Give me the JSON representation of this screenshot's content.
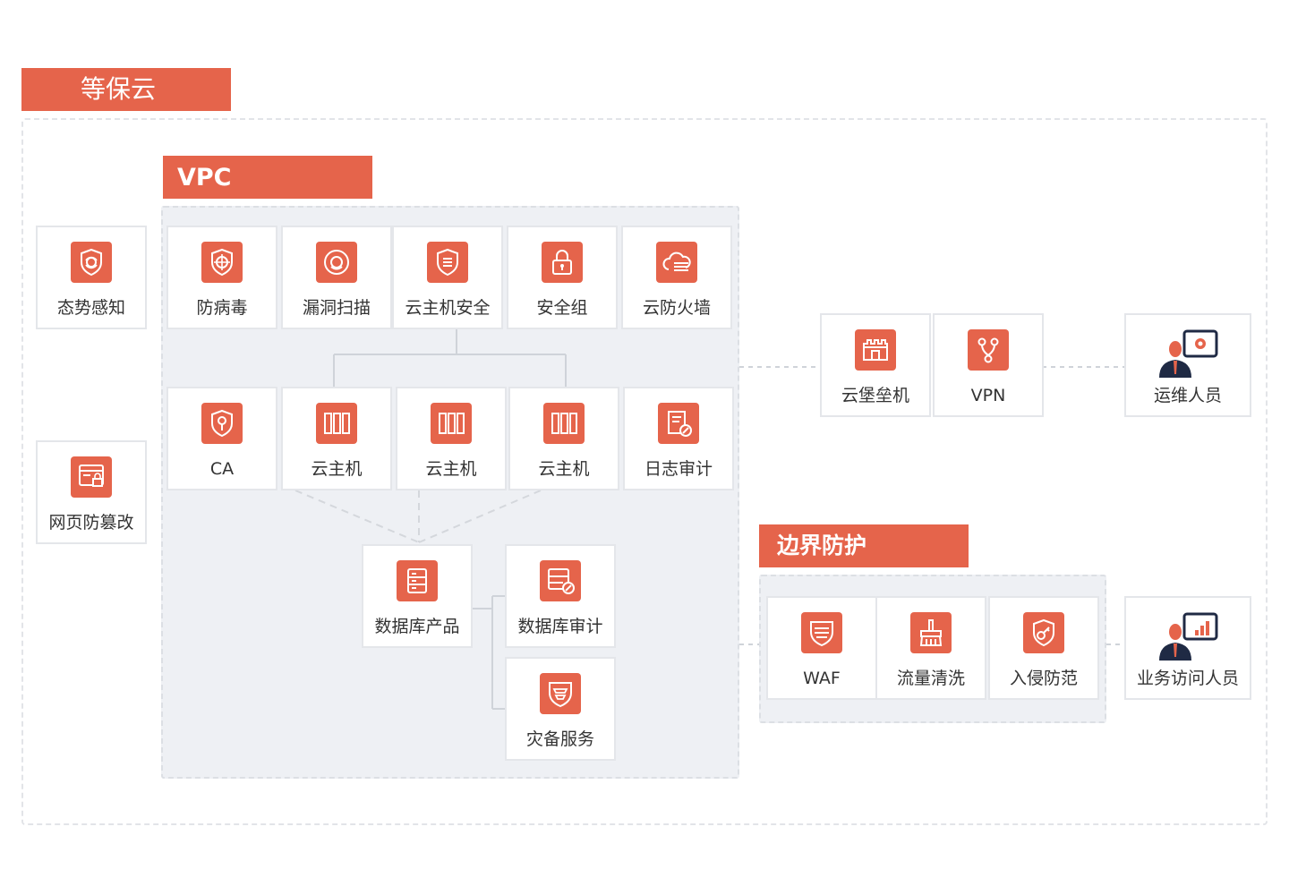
{
  "titles": {
    "main": "等保云",
    "vpc": "VPC",
    "border": "边界防护"
  },
  "nodes": {
    "situational": "态势感知",
    "webTamper": "网页防篡改",
    "antivirus": "防病毒",
    "vulnScan": "漏洞扫描",
    "hostSecurity": "云主机安全",
    "securityGroup": "安全组",
    "cloudFirewall": "云防火墙",
    "ca": "CA",
    "host1": "云主机",
    "host2": "云主机",
    "host3": "云主机",
    "logAudit": "日志审计",
    "dbProduct": "数据库产品",
    "dbAudit": "数据库审计",
    "disasterBackup": "灾备服务",
    "bastion": "云堡垒机",
    "vpn": "VPN",
    "ops": "运维人员",
    "waf": "WAF",
    "trafficClean": "流量清洗",
    "intrusion": "入侵防范",
    "bizUser": "业务访问人员"
  },
  "icons": {
    "situational": "shield-radar-icon",
    "webTamper": "webpage-lock-icon",
    "antivirus": "shield-target-icon",
    "vulnScan": "scan-circle-icon",
    "hostSecurity": "shield-list-icon",
    "securityGroup": "padlock-icon",
    "cloudFirewall": "cloud-wall-icon",
    "ca": "shield-key-icon",
    "host": "server-rack-icon",
    "logAudit": "log-check-icon",
    "dbProduct": "database-icon",
    "dbAudit": "database-audit-icon",
    "disasterBackup": "shield-layers-icon",
    "bastion": "fortress-icon",
    "vpn": "vpn-branch-icon",
    "ops": "ops-person-icon",
    "waf": "waf-shield-icon",
    "trafficClean": "broom-icon",
    "intrusion": "shield-key-icon",
    "bizUser": "business-person-icon"
  },
  "colors": {
    "accent": "#e5644b",
    "zone": "#eef0f4",
    "border": "#e4e6ea"
  }
}
